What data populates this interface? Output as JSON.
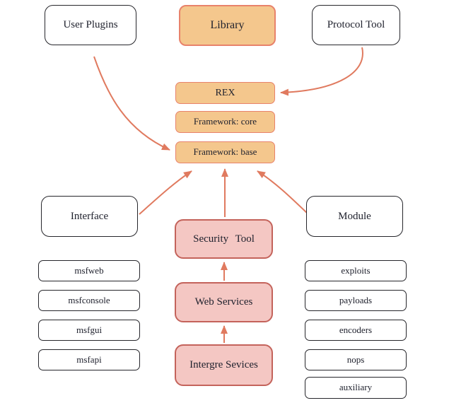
{
  "nodes": {
    "user_plugins": {
      "label": "User Plugins"
    },
    "library": {
      "label": "Library"
    },
    "protocol_tool": {
      "label": "Protocol Tool"
    },
    "rex": {
      "label": "REX"
    },
    "framework_core": {
      "label": "Framework: core"
    },
    "framework_base": {
      "label": "Framework: base"
    },
    "interface": {
      "label": "Interface"
    },
    "security_tool": {
      "label": "Security Tool"
    },
    "module": {
      "label": "Module"
    },
    "web_services": {
      "label": "Web Services"
    },
    "intergre_sevices": {
      "label": "Intergre Sevices"
    },
    "msfweb": {
      "label": "msfweb"
    },
    "msfconsole": {
      "label": "msfconsole"
    },
    "msfgui": {
      "label": "msfgui"
    },
    "msfapi": {
      "label": "msfapi"
    },
    "exploits": {
      "label": "exploits"
    },
    "payloads": {
      "label": "payloads"
    },
    "encoders": {
      "label": "encoders"
    },
    "nops": {
      "label": "nops"
    },
    "auxiliary": {
      "label": "auxiliary"
    }
  },
  "edges": [
    {
      "from": "user_plugins",
      "to": "framework_base"
    },
    {
      "from": "protocol_tool",
      "to": "rex"
    },
    {
      "from": "interface",
      "to": "framework_base"
    },
    {
      "from": "security_tool",
      "to": "framework_base"
    },
    {
      "from": "module",
      "to": "framework_base"
    },
    {
      "from": "web_services",
      "to": "security_tool"
    },
    {
      "from": "intergre_sevices",
      "to": "web_services"
    }
  ],
  "colors": {
    "orange_fill": "#F4C78D",
    "orange_border": "#E8826B",
    "pink_fill": "#F4C7C3",
    "pink_border": "#C4635B",
    "arrow": "#E07A5F",
    "box_border": "#26262b",
    "text": "#20222e",
    "bg": "#ffffff"
  }
}
